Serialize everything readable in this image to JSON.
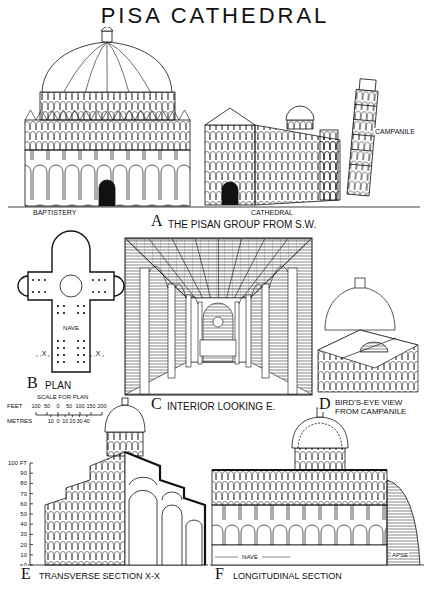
{
  "diagram": {
    "title": "PISA CATHEDRAL",
    "labels": [
      "BAPTISTERY",
      "CATHEDRAL",
      "CAMPANILE",
      "A",
      "THE PISAN GROUP FROM S.W.",
      "NAVE",
      "X",
      "X",
      "B",
      "PLAN",
      "SCALE FOR PLAN",
      "FEET",
      "100",
      "50",
      "0",
      "50",
      "100",
      "150",
      "200",
      "METRES",
      "10",
      "0",
      "10",
      "20",
      "30",
      "40",
      "C",
      "INTERIOR LOOKING E.",
      "D",
      "BIRD'S-EYE VIEW FROM CAMPANILE",
      "100 FT",
      "90",
      "80",
      "70",
      "60",
      "50",
      "40",
      "30",
      "20",
      "10",
      "0",
      "E",
      "TRANSVERSE SECTION X-X",
      "NAVE",
      "APSE",
      "F",
      "LONGITUDINAL SECTION"
    ]
  }
}
